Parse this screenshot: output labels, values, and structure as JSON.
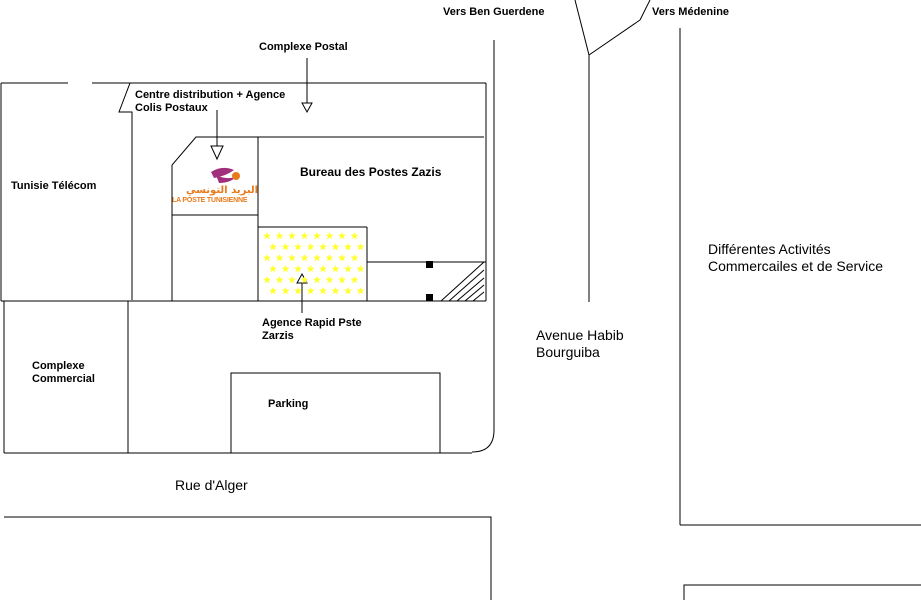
{
  "labels": {
    "vers_ben_guerdene": "Vers Ben Guerdene",
    "vers_medenine": "Vers Médenine",
    "complexe_postal": "Complexe Postal",
    "centre_distribution_line1": "Centre distribution + Agence",
    "centre_distribution_line2": "Colis Postaux",
    "tunisie_telecom": "Tunisie Télécom",
    "bureau_postes": "Bureau des Postes Zazis",
    "agence_rapid_line1": "Agence Rapid Pste",
    "agence_rapid_line2": "Zarzis",
    "complexe_commercial_line1": "Complexe",
    "complexe_commercial_line2": "Commercial",
    "parking": "Parking",
    "avenue_line1": "Avenue Habib",
    "avenue_line2": "Bourguiba",
    "activites_line1": "Différentes Activités",
    "activites_line2": "Commercailes et de Service",
    "rue_alger": "Rue d'Alger"
  },
  "logo": {
    "arabic_text": "البريد التونسي",
    "french_text": "LA POSTE TUNISIENNE",
    "color": "#e87a1c",
    "bird_color": "#a0307c"
  },
  "colors": {
    "line": "#000000",
    "star_fill": "#ffff33",
    "background": "#ffffff"
  }
}
